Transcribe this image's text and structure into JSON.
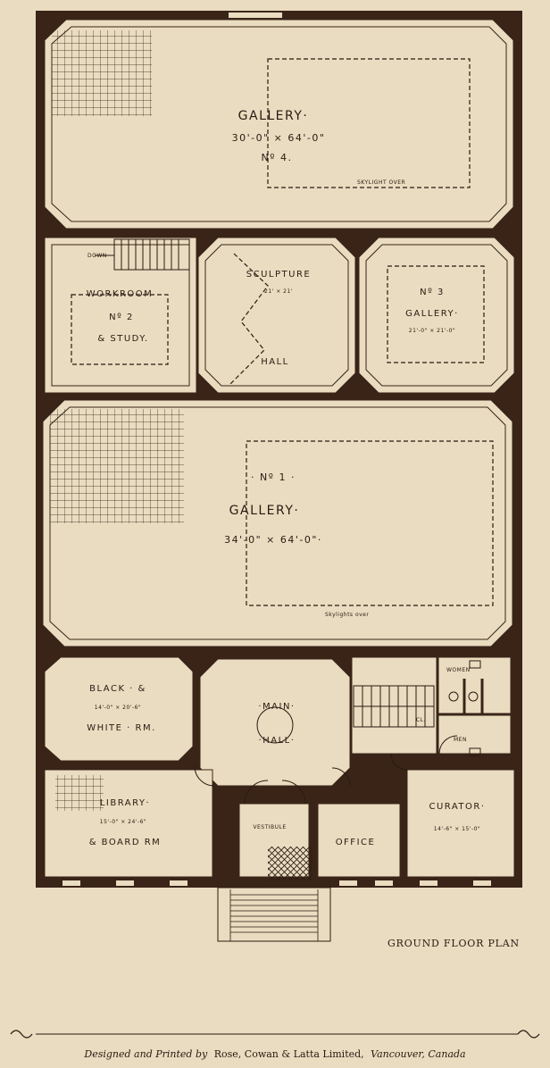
{
  "rooms": {
    "gallery4": {
      "name": "GALLERY·",
      "dims": "30'-0\" × 64'-0\"",
      "number": "Nº 4.",
      "note": "SKYLIGHT  OVER"
    },
    "workroom": {
      "name": "WORKROOM",
      "number": "Nº 2",
      "sub": "& STUDY.",
      "stair": "DOWN"
    },
    "sculpture": {
      "name": "SCULPTURE",
      "dims": "21' × 21'",
      "sub": "HALL"
    },
    "gallery3": {
      "number": "Nº 3",
      "name": "GALLERY·",
      "dims": "21'-0\" × 21'-0\""
    },
    "gallery1": {
      "number": "· Nº 1 ·",
      "name": "GALLERY·",
      "dims": "34'-0\"   ×   64'-0\"·",
      "note": "Skylights over"
    },
    "blackwhite": {
      "name": "BLACK · &",
      "dims": "14'-0\" × 20'-6\"",
      "sub": "WHITE · RM."
    },
    "mainhall": {
      "name": "·MAIN·",
      "sub": "·HALL·"
    },
    "women": {
      "name": "WOMEN"
    },
    "men": {
      "name": "MEN"
    },
    "closet": {
      "name": "CL."
    },
    "library": {
      "name": "LIBRARY·",
      "dims": "15'-0\" × 24'-6\"",
      "sub": "& BOARD RM"
    },
    "vestibule": {
      "name": "VESTIBULE"
    },
    "office": {
      "name": "OFFICE"
    },
    "curator": {
      "name": "CURATOR·",
      "dims": "14'-6\" × 15'-0\""
    }
  },
  "caption": "GROUND FLOOR PLAN",
  "footer": {
    "prefix": "Designed and Printed by",
    "company": "Rose, Cowan & Latta Limited,",
    "city": "Vancouver, Canada"
  },
  "colors": {
    "paper": "#e9dcc0",
    "wall": "#3a2418",
    "ink": "#2a1a12"
  }
}
